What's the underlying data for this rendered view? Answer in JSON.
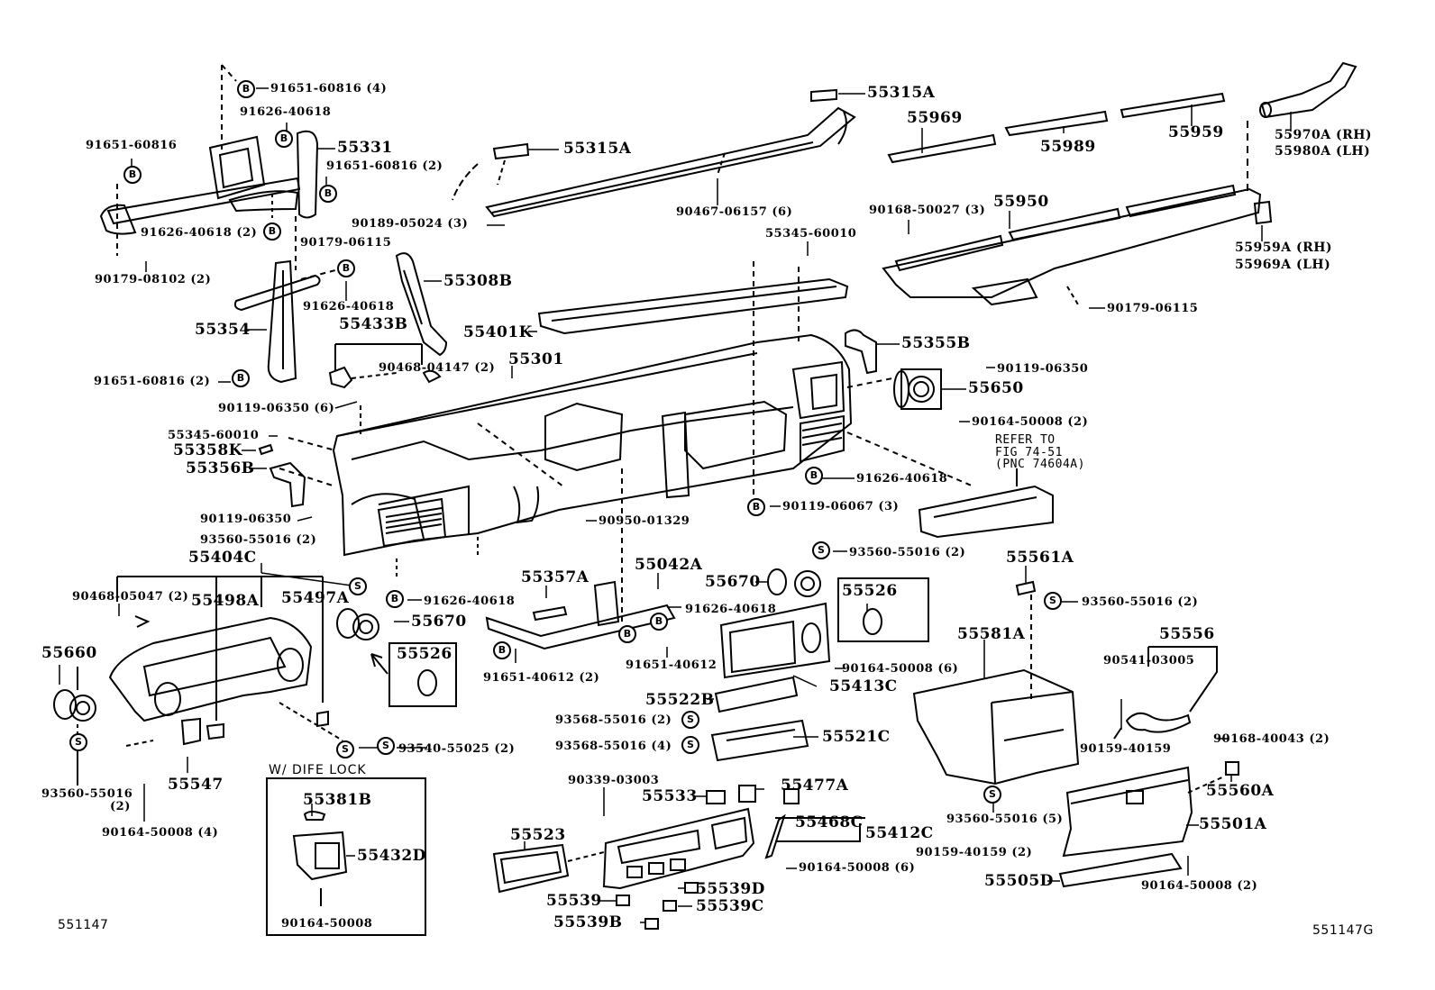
{
  "diagram": {
    "figure_number_left": "551147",
    "figure_number_right": "551147G",
    "inset_title": "W/ DIFE  LOCK",
    "reference_note": [
      "REFER TO",
      "FIG 74-51",
      "(PNC 74604A)"
    ],
    "symbols": {
      "bolt": "B",
      "screw": "S"
    },
    "parts": {
      "p91651_60816_4": "91651-60816 (4)",
      "p91626_40618_top": "91626-40618",
      "p91651_60816_left": "91651-60816",
      "p55331": "55331",
      "p91651_60816_2a": "91651-60816 (2)",
      "p91626_40618_2": "91626-40618 (2)",
      "p90179_08102_2": "90179-08102 (2)",
      "p90189_05024_3": "90189-05024 (3)",
      "p90179_06115_a": "90179-06115",
      "p55315A_left": "55315A",
      "p55315A_right": "55315A",
      "p90467_06157_6": "90467-06157 (6)",
      "p55969": "55969",
      "p55989": "55989",
      "p55959": "55959",
      "p55970A": "55970A (RH)",
      "p55980A": "55980A (LH)",
      "p90168_50027_3": "90168-50027 (3)",
      "p55950": "55950",
      "p55959A": "55959A (RH)",
      "p55969A": "55969A (LH)",
      "p90179_06115_b": "90179-06115",
      "p55345_60010_top": "55345-60010",
      "p55308B": "55308B",
      "p91626_40618_mid": "91626-40618",
      "p55354": "55354",
      "p55433B": "55433B",
      "p55401K": "55401K",
      "p90468_04147_2": "90468-04147 (2)",
      "p55301": "55301",
      "p91651_60816_2b": "91651-60816 (2)",
      "p90119_06350_6": "90119-06350 (6)",
      "p55345_60010_left": "55345-60010",
      "p55358K": "55358K",
      "p55356B": "55356B",
      "p90119_06350_left": "90119-06350",
      "p55355B": "55355B",
      "p90119_06350_right": "90119-06350",
      "p55650": "55650",
      "p90164_50008_2a": "90164-50008 (2)",
      "p91626_40618_right": "91626-40618",
      "p90119_06067_3": "90119-06067 (3)",
      "p90950_01329": "90950-01329",
      "p93560_55016_2a": "93560-55016 (2)",
      "p55404C": "55404C",
      "p90468_05047_2": "90468-05047 (2)",
      "p55498A": "55498A",
      "p55497A": "55497A",
      "p55660": "55660",
      "p55670_left": "55670",
      "p55526_left": "55526",
      "p91626_40618_low": "91626-40618",
      "p55357A": "55357A",
      "p55042A": "55042A",
      "p91626_40618_low2": "91626-40618",
      "p91651_40612": "91651-40612",
      "p91651_40612_2": "91651-40612 (2)",
      "p55670_right": "55670",
      "p93560_55016_2b": "93560-55016 (2)",
      "p55526_right": "55526",
      "p90164_50008_6a": "90164-50008 (6)",
      "p55413C": "55413C",
      "p55522B": "55522B",
      "p93568_55016_2": "93568-55016 (2)",
      "p93568_55016_4": "93568-55016 (4)",
      "p55521C": "55521C",
      "p93540_55025_2": "93540-55025 (2)",
      "p93560_55016_2c": "93560-55016",
      "p93560_55016_2c_qty": "(2)",
      "p55547": "55547",
      "p90164_50008_4": "90164-50008 (4)",
      "p55381B": "55381B",
      "p55432D": "55432D",
      "p90164_50008_inset": "90164-50008",
      "p90339_03003": "90339-03003",
      "p55533": "55533",
      "p55477A": "55477A",
      "p55468C": "55468C",
      "p55412C": "55412C",
      "p55523": "55523",
      "p90164_50008_6b": "90164-50008 (6)",
      "p55539": "55539",
      "p55539D": "55539D",
      "p55539C": "55539C",
      "p55539B": "55539B",
      "p55561A": "55561A",
      "p93560_55016_2d": "93560-55016 (2)",
      "p55581A": "55581A",
      "p55556": "55556",
      "p90541_03005": "90541-03005",
      "p90159_40159": "90159-40159",
      "p90168_40043_2": "90168-40043 (2)",
      "p55560A": "55560A",
      "p93560_55016_5": "93560-55016 (5)",
      "p55501A": "55501A",
      "p90159_40159_2": "90159-40159 (2)",
      "p55505D": "55505D",
      "p90164_50008_2b": "90164-50008 (2)"
    }
  }
}
